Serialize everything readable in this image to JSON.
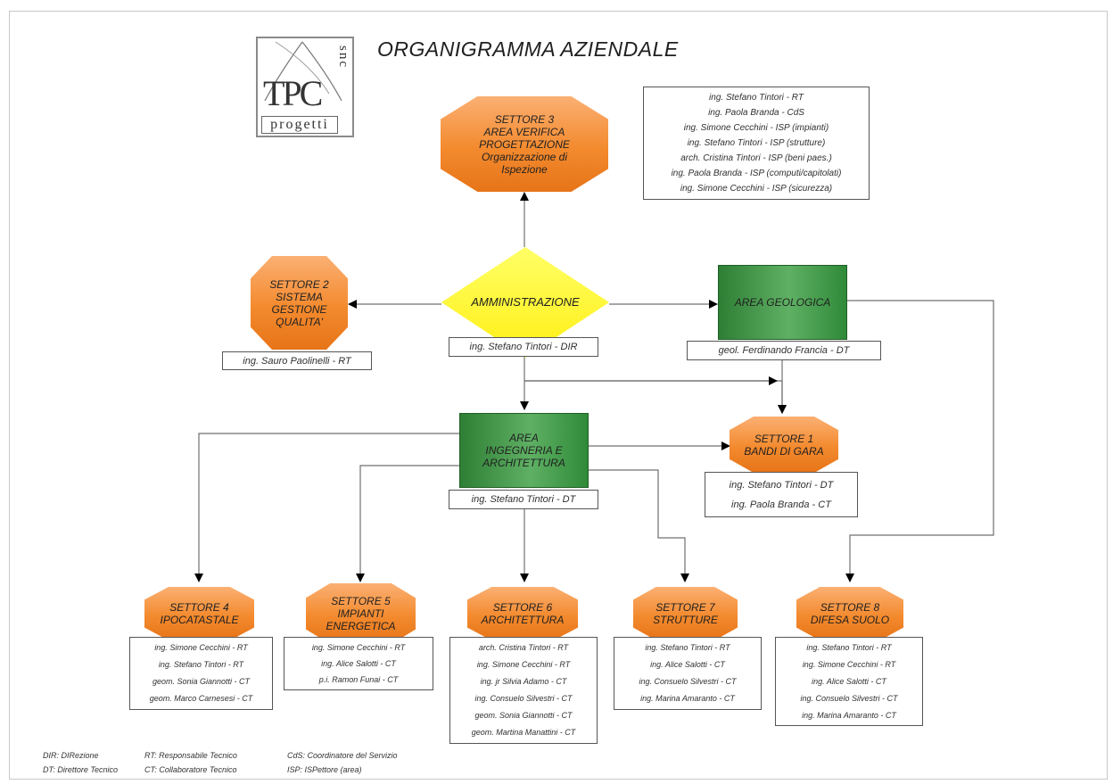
{
  "title": "ORGANIGRAMMA AZIENDALE",
  "logo": {
    "mark": "TPC",
    "suffix": "snc",
    "word": "progetti"
  },
  "nodes": {
    "settore3": [
      "SETTORE 3",
      "AREA VERIFICA",
      "PROGETTAZIONE",
      "Organizzazione di",
      "Ispezione"
    ],
    "settore2": [
      "SETTORE 2",
      "SISTEMA",
      "GESTIONE",
      "QUALITA'"
    ],
    "amministrazione": "AMMINISTRAZIONE",
    "area_geologica": "AREA GEOLOGICA",
    "area_ingegneria": [
      "AREA",
      "INGEGNERIA E",
      "ARCHITETTURA"
    ],
    "settore1": [
      "SETTORE 1",
      "BANDI DI GARA"
    ],
    "settore4": [
      "SETTORE 4",
      "IPOCATASTALE"
    ],
    "settore5": [
      "SETTORE 5",
      "IMPIANTI",
      "ENERGETICA"
    ],
    "settore6": [
      "SETTORE 6",
      "ARCHITETTURA"
    ],
    "settore7": [
      "SETTORE 7",
      "STRUTTURE"
    ],
    "settore8": [
      "SETTORE 8",
      "DIFESA SUOLO"
    ]
  },
  "people": {
    "settore3": [
      "ing. Stefano Tintori - RT",
      "ing. Paola Branda - CdS",
      "ing. Simone Cecchini - ISP (impianti)",
      "ing. Stefano Tintori - ISP (strutture)",
      "arch. Cristina Tintori - ISP (beni paes.)",
      "ing. Paola Branda - ISP (computi/capitolati)",
      "ing. Simone Cecchini - ISP (sicurezza)"
    ],
    "settore2": [
      "ing. Sauro Paolinelli - RT"
    ],
    "amministrazione": [
      "ing. Stefano Tintori - DIR"
    ],
    "area_geologica": [
      "geol. Ferdinando Francia - DT"
    ],
    "area_ingegneria": [
      "ing. Stefano Tintori - DT"
    ],
    "settore1": [
      "ing. Stefano Tintori - DT",
      "ing. Paola Branda - CT"
    ],
    "settore4": [
      "ing. Simone Cecchini - RT",
      "ing. Stefano Tintori - RT",
      "geom. Sonia Giannotti - CT",
      "geom. Marco Carnesesi - CT"
    ],
    "settore5": [
      "ing. Simone Cecchini - RT",
      "ing. Alice Salotti - CT",
      "p.i. Ramon Funai - CT"
    ],
    "settore6": [
      "arch. Cristina Tintori - RT",
      "ing. Simone Cecchini - RT",
      "ing. jr Silvia Adamo - CT",
      "ing. Consuelo Silvestri - CT",
      "geom. Sonia Giannotti - CT",
      "geom. Martina Manattini - CT"
    ],
    "settore7": [
      "ing. Stefano Tintori - RT",
      "ing. Alice Salotti - CT",
      "ing. Consuelo Silvestri - CT",
      "ing. Marina Amaranto - CT"
    ],
    "settore8": [
      "ing. Stefano Tintori - RT",
      "ing. Simone Cecchini - RT",
      "ing. Alice Salotti - CT",
      "ing. Consuelo Silvestri - CT",
      "ing. Marina Amaranto - CT"
    ]
  },
  "legend": {
    "dir": "DIR: DIRezione",
    "dt": "DT: Direttore Tecnico",
    "rt": "RT: Responsabile Tecnico",
    "ct": "CT: Collaboratore Tecnico",
    "cds": "CdS: Coordinatore del Servizio",
    "isp": "ISP: ISPettore (area)"
  },
  "colors": {
    "orange": "#f38a2e",
    "green": "#4a9a50",
    "yellow": "#ffef14",
    "line": "#707070",
    "arrow": "#000000"
  }
}
